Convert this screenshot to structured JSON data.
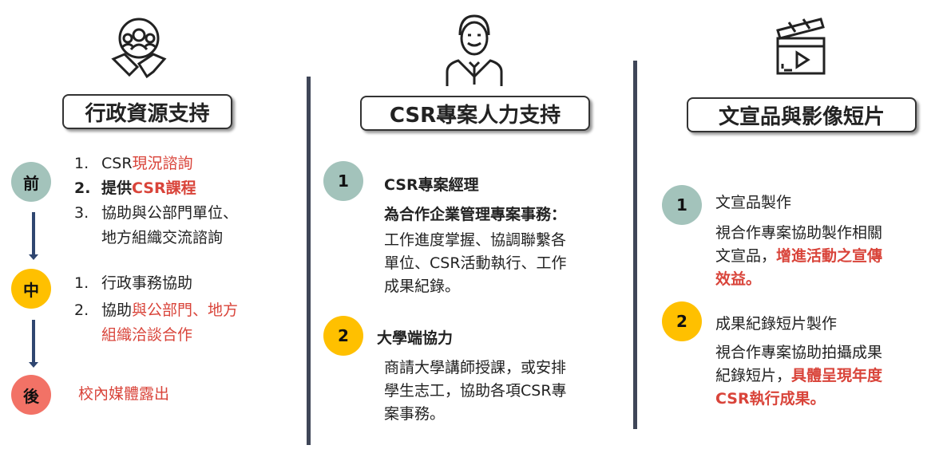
{
  "col1": {
    "title": "行政資源支持",
    "icon": "handshake-team-icon",
    "before": {
      "badge": "前",
      "items": [
        {
          "num": "1.",
          "text": "CSR",
          "red": "現況諮詢"
        },
        {
          "num": "2.",
          "text": "提供",
          "red": "CSR課程"
        },
        {
          "num": "3.",
          "line1": "協助與公部門單位、",
          "line2": "地方組織交流諮詢"
        }
      ]
    },
    "during": {
      "badge": "中",
      "items": [
        {
          "num": "1.",
          "text": "行政事務協助"
        },
        {
          "num": "2.",
          "text": "協助",
          "red1": "與公部門、地方",
          "red2": "組織洽談合作"
        }
      ]
    },
    "after": {
      "badge": "後",
      "text": "校內媒體露出"
    }
  },
  "col2": {
    "title": "CSR專案人力支持",
    "icon": "businessman-icon",
    "items": [
      {
        "num": "1",
        "heading": "CSR專案經理",
        "sub": "為合作企業管理專案事務：",
        "lines": [
          "工作進度掌握、協調聯繫各",
          "單位、CSR活動執行、工作",
          "成果紀錄。"
        ]
      },
      {
        "num": "2",
        "heading": "大學端協力",
        "lines": [
          "商請大學講師授課，或安排",
          "學生志工，協助各項CSR專",
          "案事務。"
        ]
      }
    ]
  },
  "col3": {
    "title": "文宣品與影像短片",
    "icon": "clapperboard-video-icon",
    "items": [
      {
        "num": "1",
        "heading": "文宣品製作",
        "l1": "視合作專案協助製作相關",
        "l2": "文宣品，",
        "r2": "增進活動之宣傳",
        "r3": "效益。"
      },
      {
        "num": "2",
        "heading": "成果紀錄短片製作",
        "l1": "視合作專案協助拍攝成果",
        "l2": "紀錄短片，",
        "r2": "具體呈現年度",
        "r3": "CSR執行成果。"
      }
    ]
  }
}
